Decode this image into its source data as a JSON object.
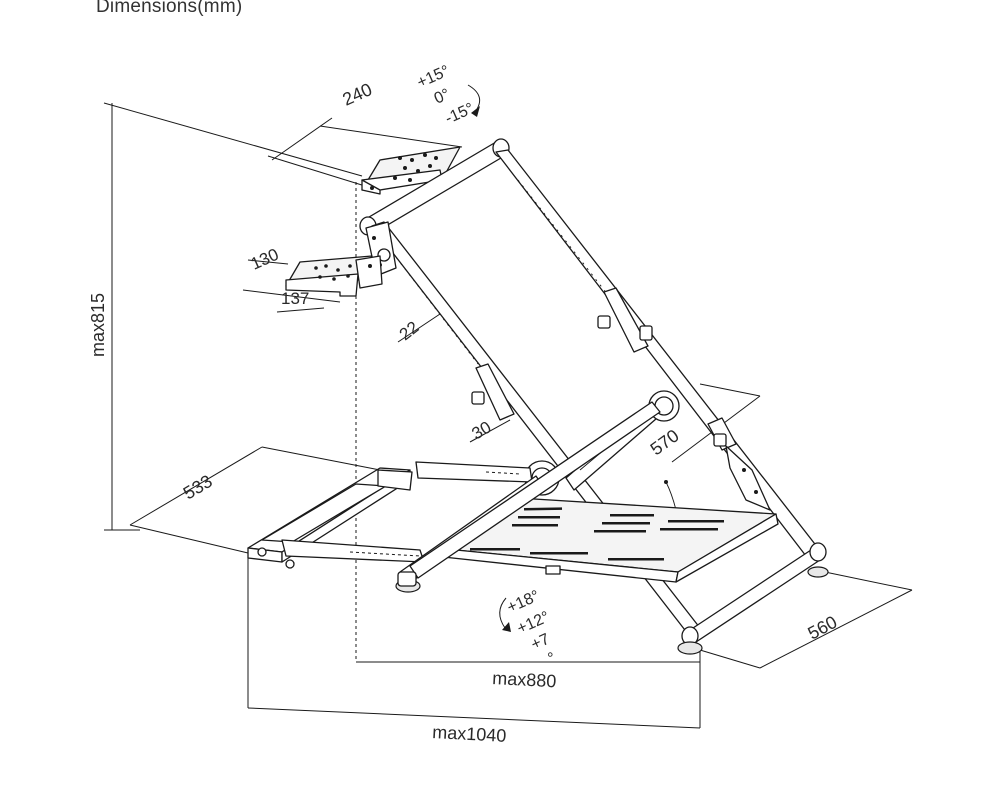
{
  "title": "Dimensions(mm)",
  "labels": {
    "top_plate_width": "240",
    "tilt_top_plus": "+15°",
    "tilt_top_zero": "0°",
    "tilt_top_minus": "-15°",
    "shifter_plate_depth": "130",
    "shifter_plate_width": "137",
    "max_height": "max815",
    "mast_angle": "22",
    "lower_angle": "30",
    "base_width": "570",
    "pedal_plate_width": "533",
    "pedal_tilt_1": "+18°",
    "pedal_tilt_2": "+12°",
    "pedal_tilt_3": "+7",
    "pedal_tilt_4": "°",
    "rear_width": "560",
    "max_depth_inner": "max880",
    "max_depth_outer": "max1040"
  }
}
